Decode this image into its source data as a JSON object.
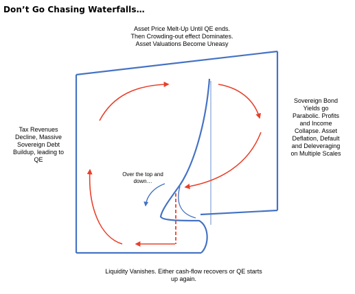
{
  "title": "Don’t Go Chasing Waterfalls…",
  "captions": {
    "top": "Asset Price Melt-Up Until QE ends.\nThen Crowding-out effect Dominates.\nAsset Valuations Become Uneasy",
    "left": "Tax Revenues\nDecline, Massive\nSovereign Debt\nBuildup, leading to\nQE",
    "right": "Sovereign Bond\nYields go\nParabolic.  Profits\nand Income\nCollapse.  Asset\nDeflation, Default\nand Deleveraging\non Multiple Scales",
    "bottom": "Liquidity Vanishes.  Either cash-flow recovers or QE starts\nup again.",
    "middle": "Over the top and\ndown…"
  },
  "colors": {
    "frame": "#4472C4",
    "cycle_arrows": "#E8402A",
    "fall_arrow": "#4472C4"
  }
}
